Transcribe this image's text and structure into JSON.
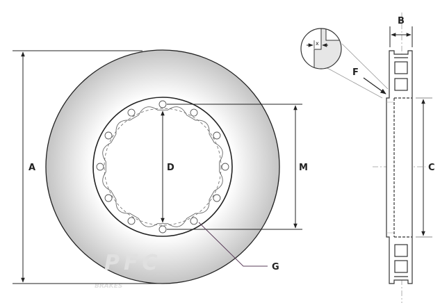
{
  "labels": {
    "A": "A",
    "B": "B",
    "C": "C",
    "D": "D",
    "F": "F",
    "G": "G",
    "M": "M",
    "x": "x"
  },
  "watermark": {
    "brand": "PFC",
    "sub": "BRAKES"
  },
  "bolt_holes": 12,
  "colors": {
    "line": "#222222",
    "disc_edge": "#c4c4c4",
    "disc_inner": "#ffffff",
    "detail_fill": "#e6e6e6",
    "leader": "#5a3d5a"
  }
}
